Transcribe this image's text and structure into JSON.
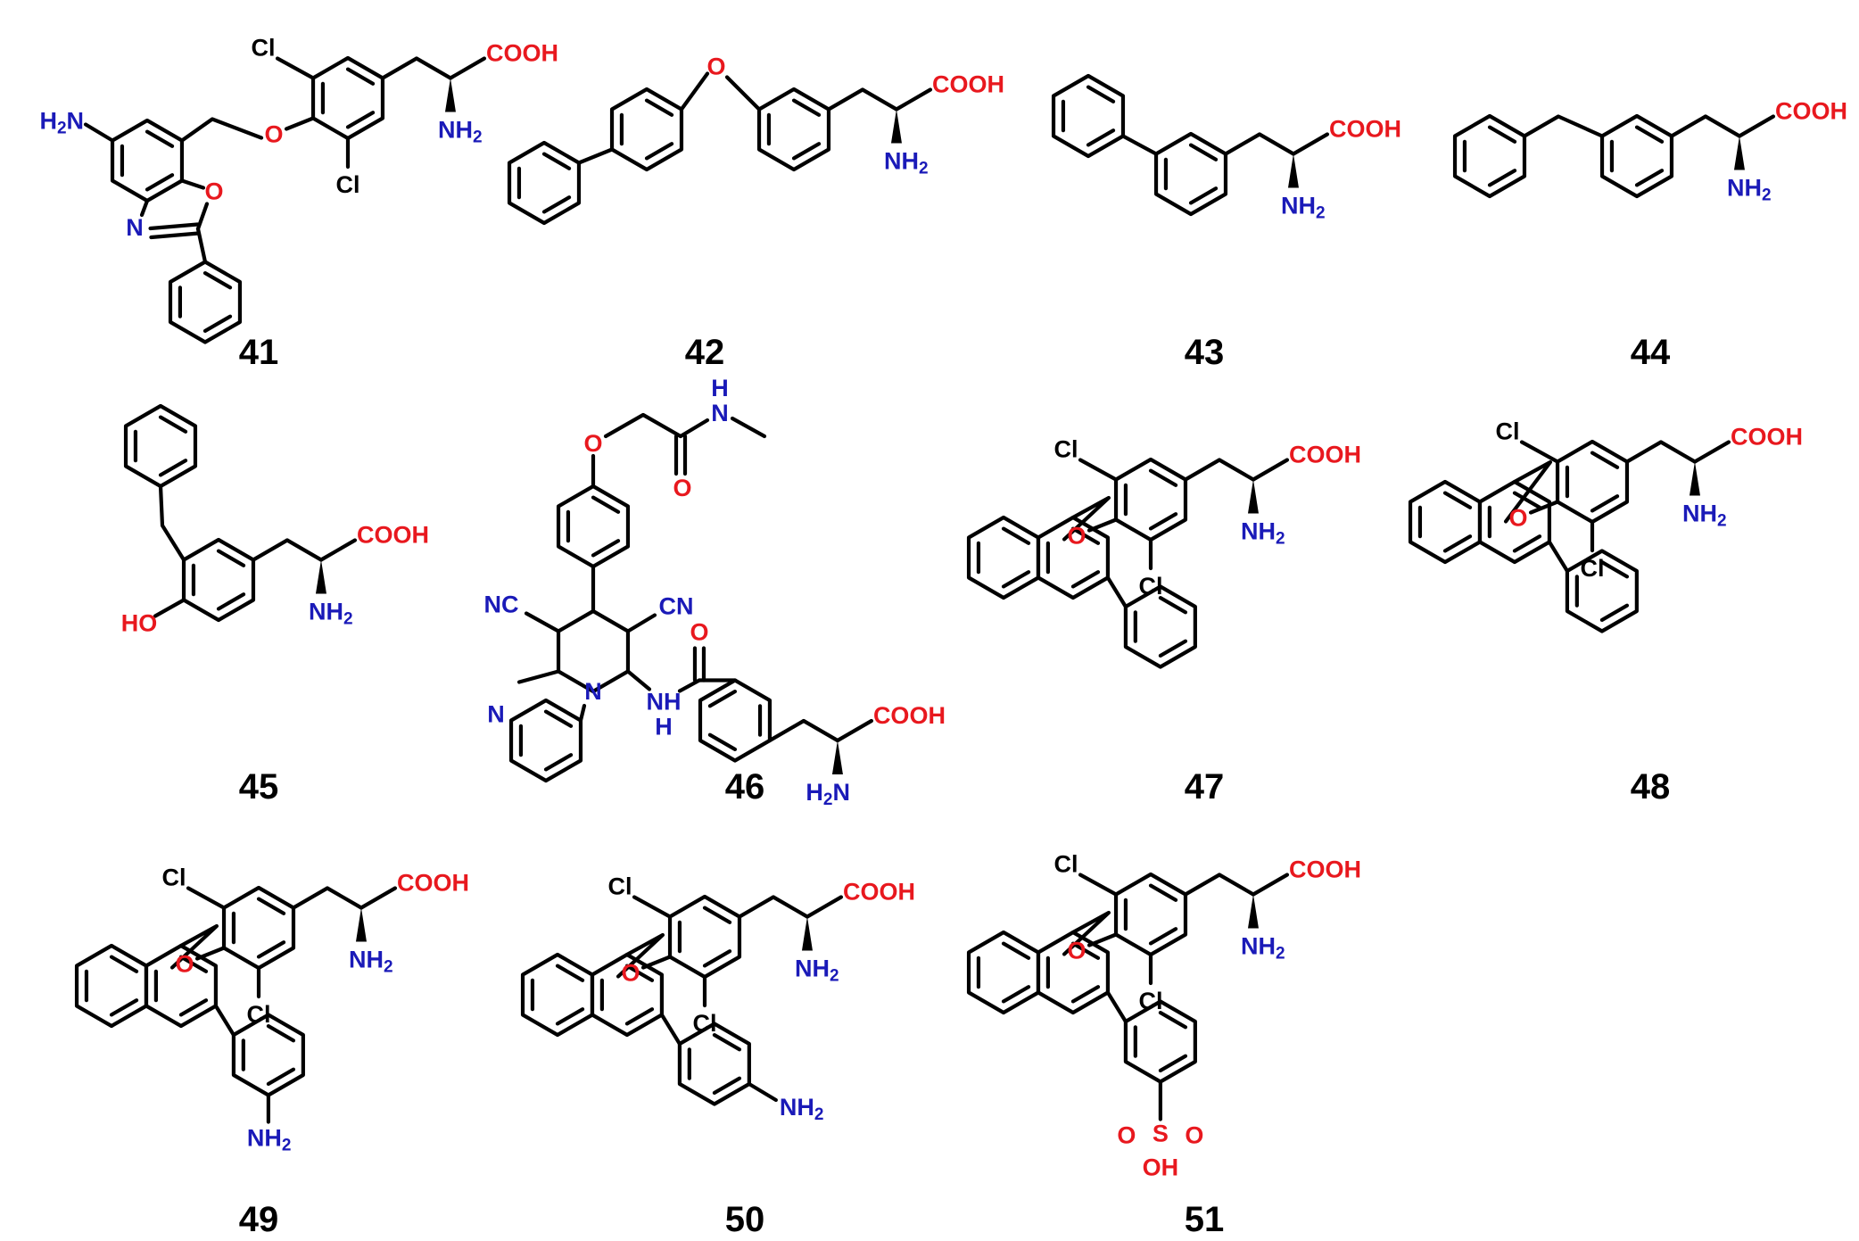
{
  "colors": {
    "bond": "#000000",
    "oxygen": "#e8181e",
    "nitrogen": "#1a1ab8",
    "chlorine": "#000000",
    "label": "#000000"
  },
  "atom_text": {
    "cl": "Cl",
    "o": "O",
    "n": "N",
    "nh": "NH",
    "h": "H",
    "nh2": "NH",
    "h2n": "H",
    "nh_sub": "2",
    "cooh": "COOH",
    "ho": "HO",
    "cn": "CN",
    "nc": "NC",
    "s": "S",
    "oh": "OH"
  },
  "compounds": [
    {
      "label": "41"
    },
    {
      "label": "42"
    },
    {
      "label": "43"
    },
    {
      "label": "44"
    },
    {
      "label": "45"
    },
    {
      "label": "46"
    },
    {
      "label": "47"
    },
    {
      "label": "48"
    },
    {
      "label": "49"
    },
    {
      "label": "50"
    },
    {
      "label": "51"
    }
  ]
}
